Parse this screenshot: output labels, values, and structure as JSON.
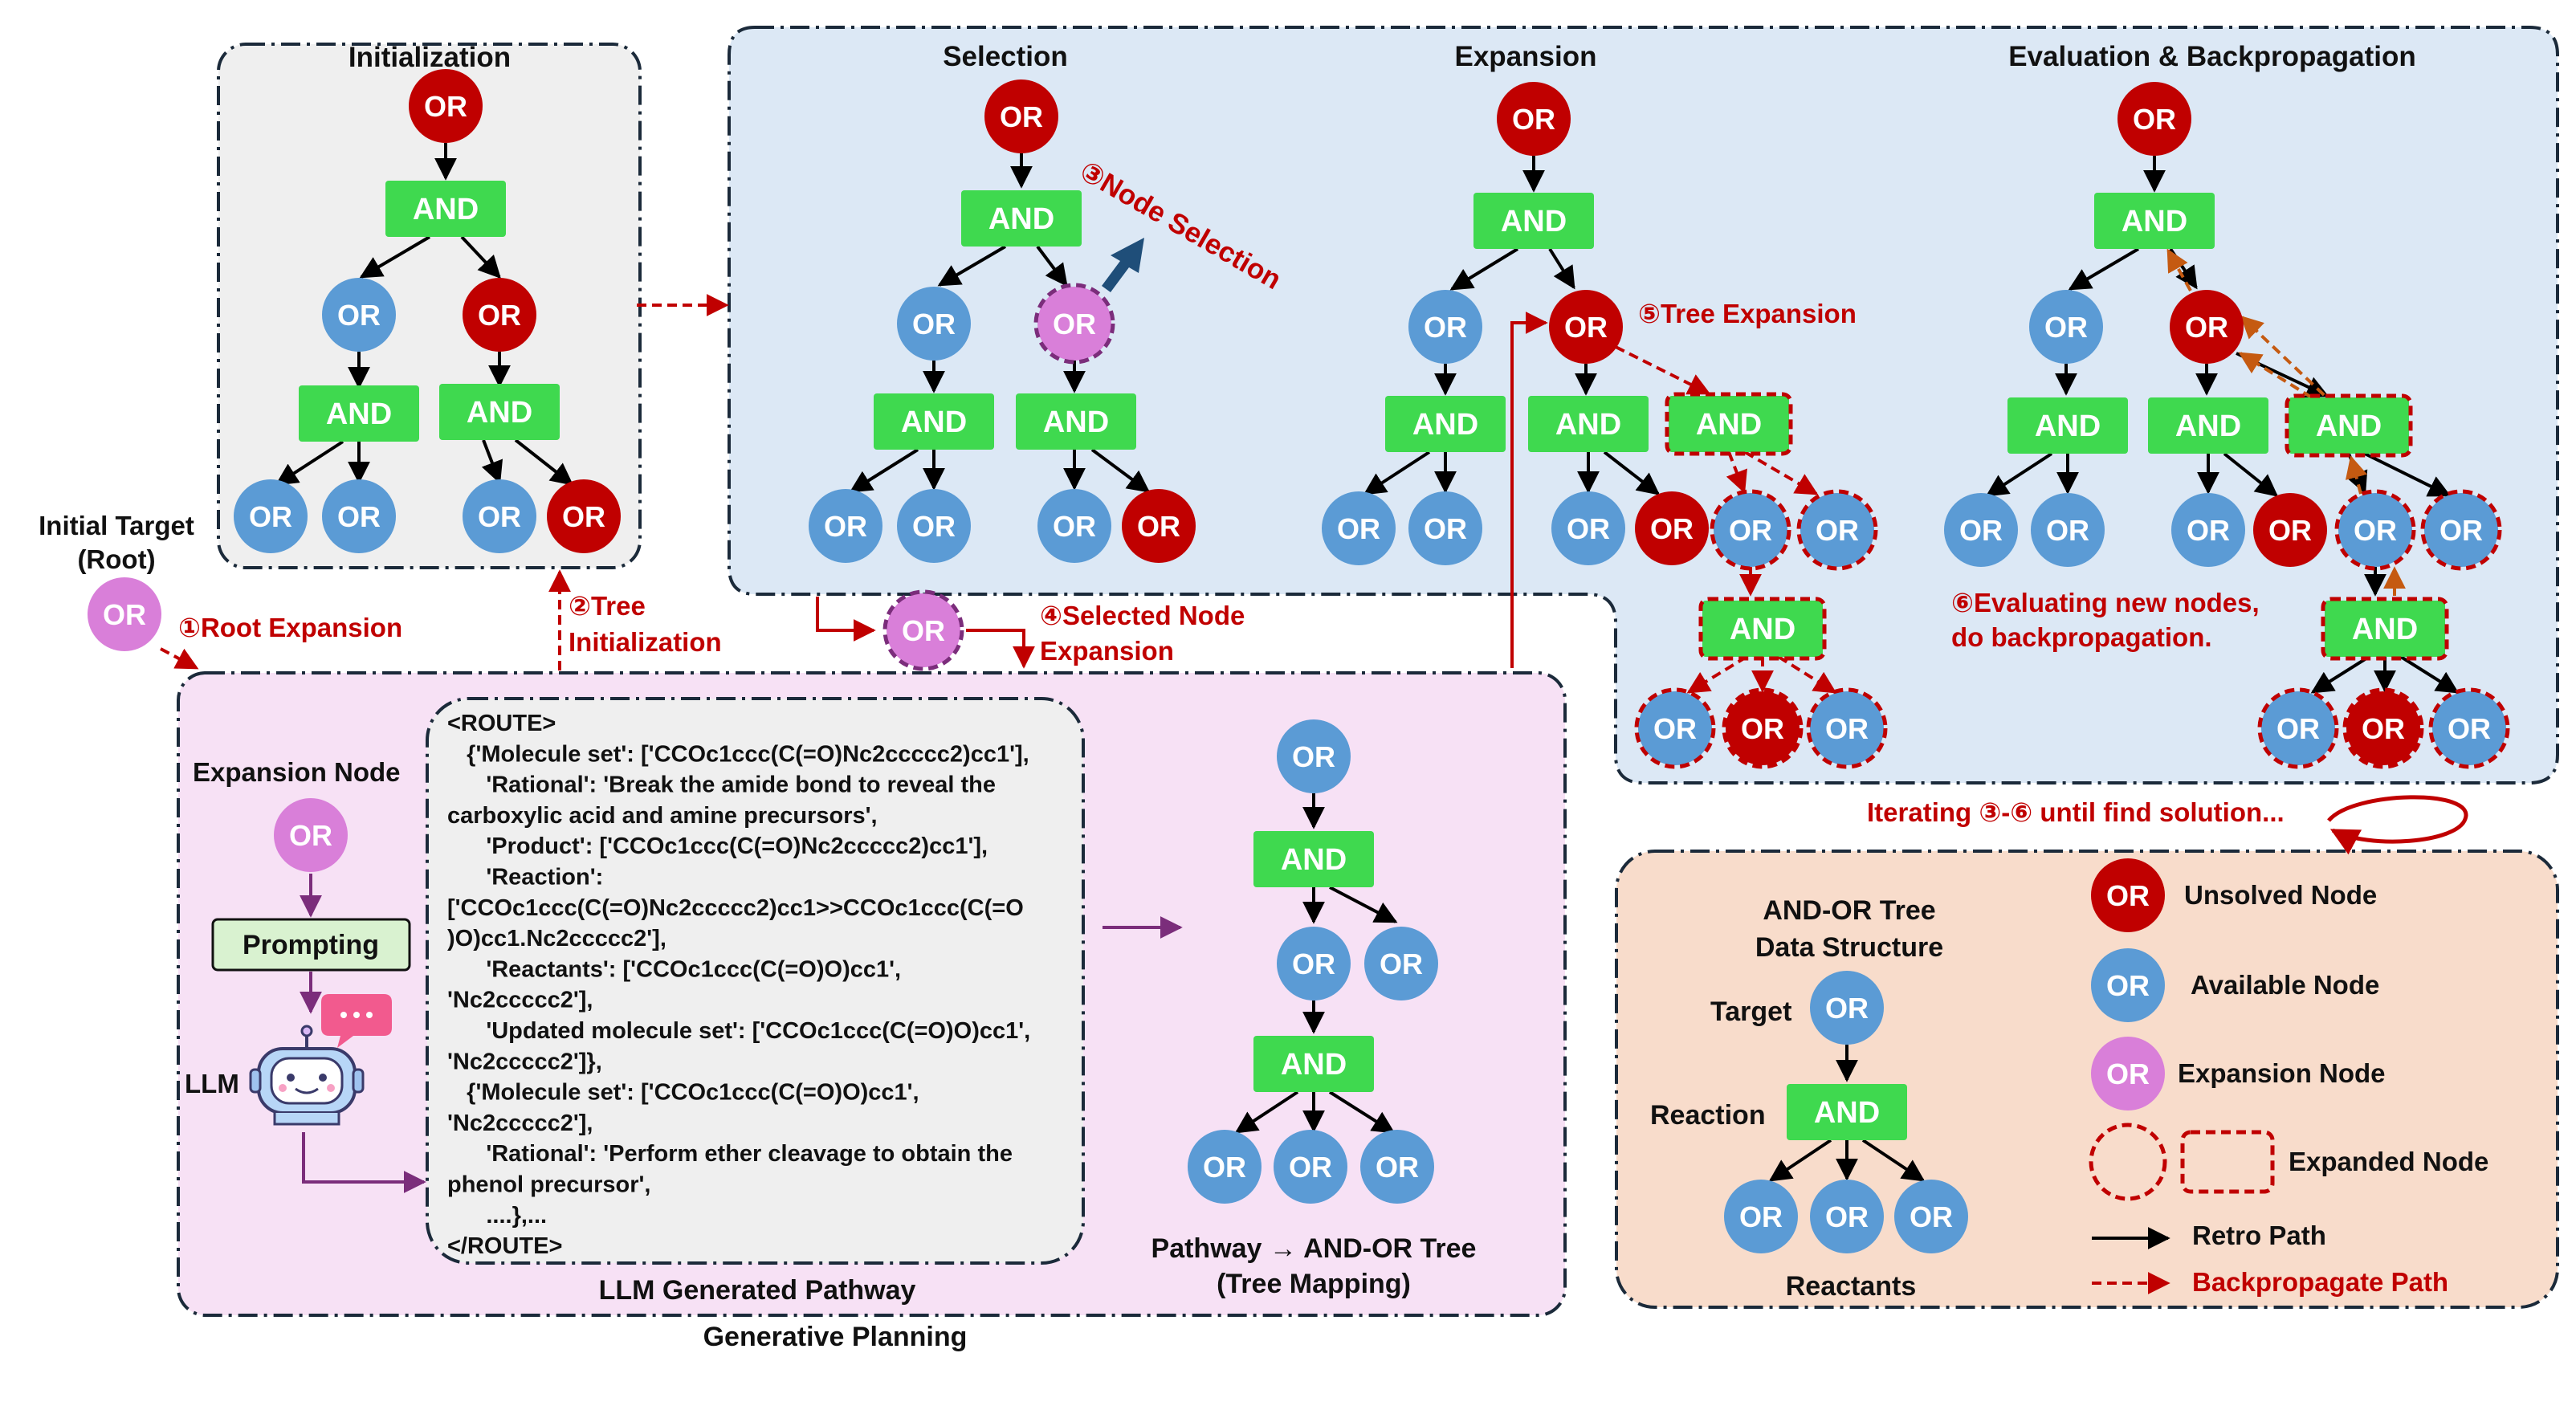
{
  "colors": {
    "or_red": "#c00000",
    "or_blue": "#5b9bd5",
    "or_pink": "#d97fd9",
    "and_green": "#3fd94f",
    "accent_red": "#c00000",
    "init_bg": "#efefef",
    "search_bg": "#dce8f5",
    "gen_bg": "#f7e1f5",
    "legend_bg": "#f8dccb",
    "purple_arrow": "#7b2d7b"
  },
  "node_labels": {
    "or": "OR",
    "and": "AND"
  },
  "sections": {
    "initialization": "Initialization",
    "selection": "Selection",
    "expansion": "Expansion",
    "evaluation": "Evaluation & Backpropagation"
  },
  "steps": {
    "root_expansion": "①Root Expansion",
    "tree_init_1": "②Tree",
    "tree_init_2": "Initialization",
    "node_selection": "③Node Selection",
    "selected_1": "④Selected Node",
    "selected_2": "Expansion",
    "tree_expansion": "⑤Tree Expansion",
    "eval_1": "⑥Evaluating new nodes,",
    "eval_2": "do backpropagation.",
    "iterating": "Iterating ③-⑥ until find solution..."
  },
  "initial_target": {
    "line1": "Initial Target",
    "line2": "(Root)"
  },
  "generative": {
    "expansion_node": "Expansion Node",
    "prompting": "Prompting",
    "llm": "LLM",
    "pathway_caption": "LLM Generated Pathway",
    "mapping_1": "Pathway → AND-OR Tree",
    "mapping_2": "(Tree Mapping)",
    "title": "Generative Planning",
    "route_lines": [
      "<ROUTE>",
      "   {'Molecule set': ['CCOc1ccc(C(=O)Nc2ccccc2)cc1'],",
      "      'Rational': 'Break the amide bond to reveal the",
      "carboxylic acid and amine precursors',",
      "      'Product': ['CCOc1ccc(C(=O)Nc2ccccc2)cc1'],",
      "      'Reaction':",
      "['CCOc1ccc(C(=O)Nc2ccccc2)cc1>>CCOc1ccc(C(=O",
      ")O)cc1.Nc2ccccc2'],",
      "      'Reactants': ['CCOc1ccc(C(=O)O)cc1',",
      "'Nc2ccccc2'],",
      "      'Updated molecule set': ['CCOc1ccc(C(=O)O)cc1',",
      "'Nc2ccccc2']},",
      "   {'Molecule set': ['CCOc1ccc(C(=O)O)cc1',",
      "'Nc2ccccc2'],",
      "      'Rational': 'Perform ether cleavage to obtain the",
      "phenol precursor',",
      "      ....},...",
      "</ROUTE>"
    ]
  },
  "legend": {
    "ds_1": "AND-OR Tree",
    "ds_2": "Data Structure",
    "target": "Target",
    "reaction": "Reaction",
    "reactants": "Reactants",
    "unsolved": "Unsolved Node",
    "available": "Available Node",
    "expansion": "Expansion Node",
    "expanded": "Expanded Node",
    "retro": "Retro Path",
    "backprop": "Backpropagate Path"
  }
}
